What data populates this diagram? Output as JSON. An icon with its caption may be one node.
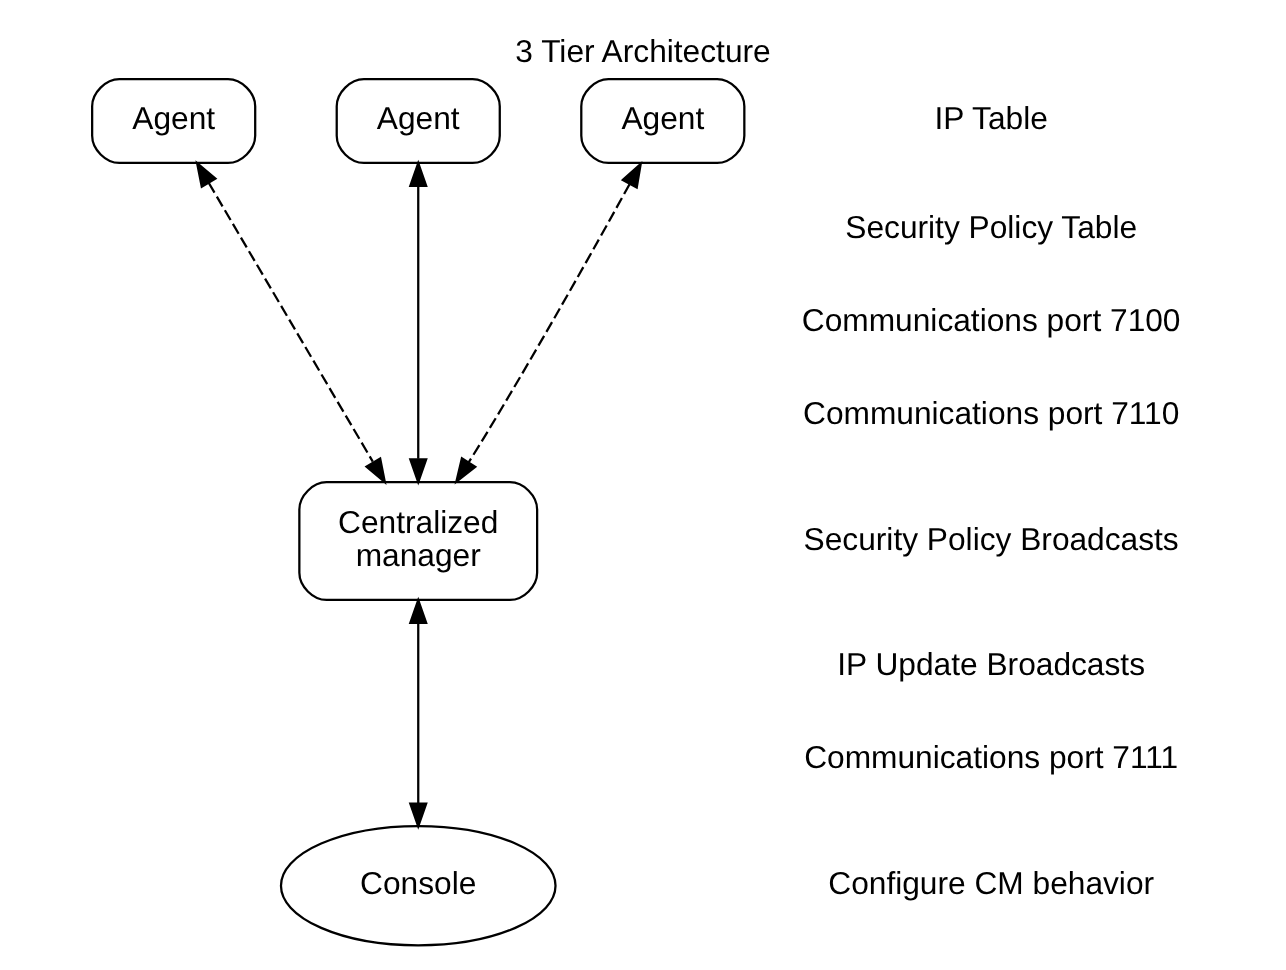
{
  "diagram": {
    "title": "3 Tier Architecture",
    "nodes": [
      {
        "text": [
          "Agent"
        ]
      },
      {
        "text": [
          "Agent"
        ]
      },
      {
        "text": [
          "Agent"
        ]
      },
      {
        "text": [
          "Centralized manager"
        ]
      },
      {
        "text": [
          "Console"
        ]
      }
    ],
    "edges": [
      {
        "from": 0,
        "to": 3,
        "arrow": "both",
        "style": "dashed"
      },
      {
        "from": 1,
        "to": 3,
        "arrow": "both"
      },
      {
        "from": 2,
        "to": 3,
        "arrow": "both",
        "style": "dashed"
      },
      {
        "from": 3,
        "to": 4,
        "arrow": "both"
      }
    ],
    "labels": [
      "IP Table",
      "Security Policy Table",
      "Communications port 7100",
      "Communications port 7110",
      "Security Policy Broadcasts",
      "IP Update Broadcasts",
      "Communications port 7111",
      "Configure CM behavior"
    ]
  }
}
